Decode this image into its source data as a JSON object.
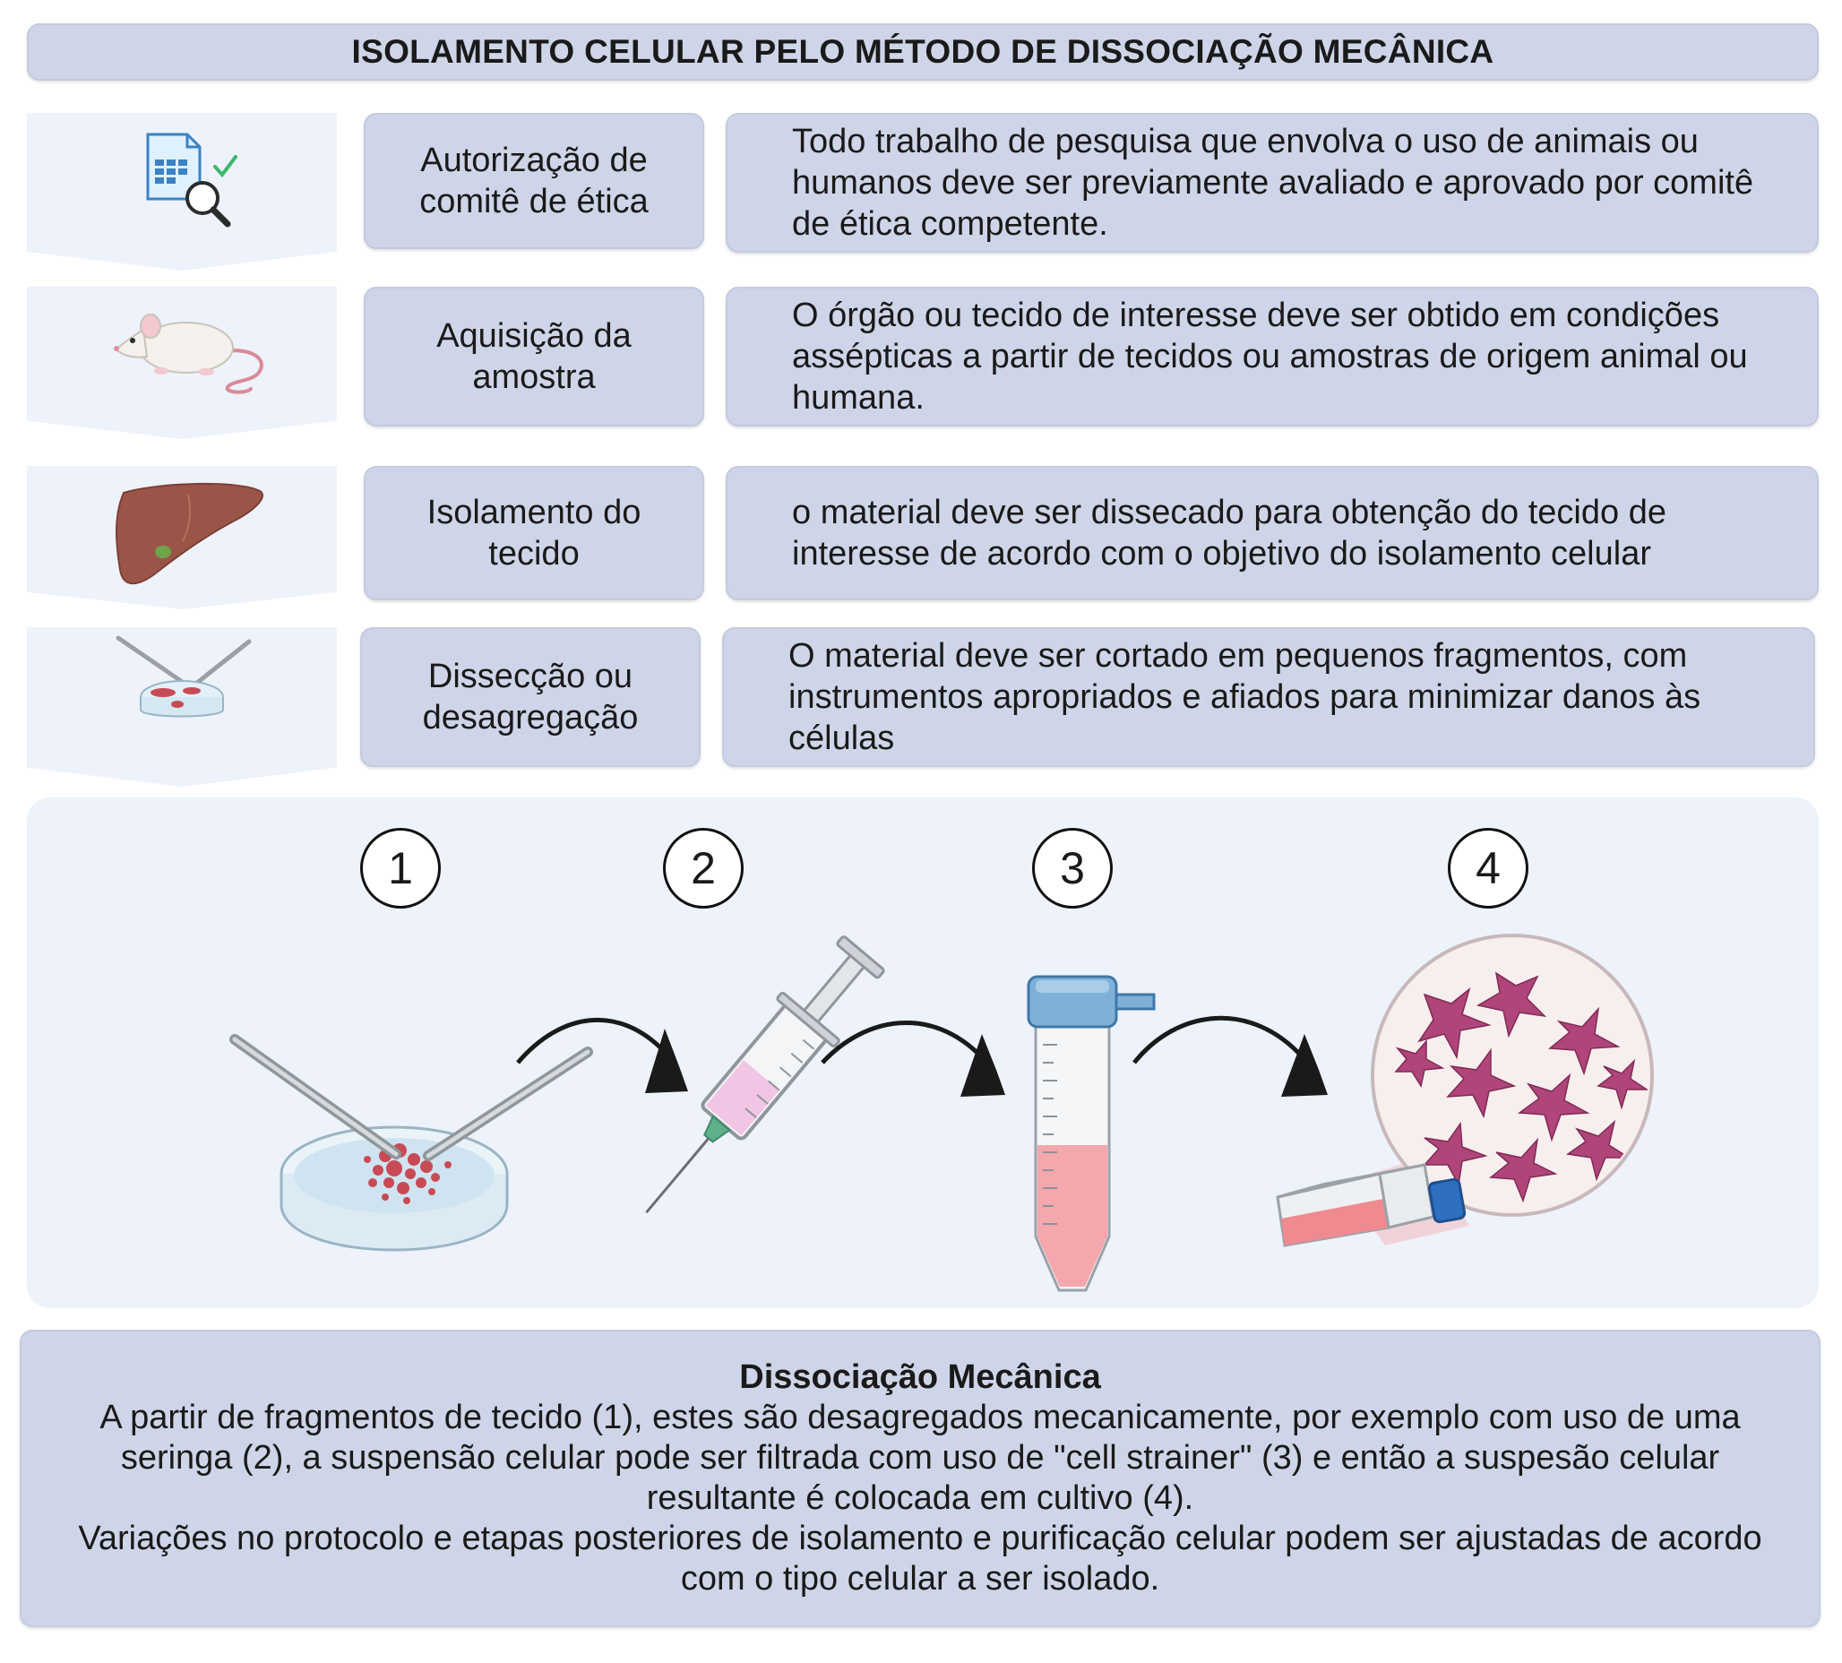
{
  "title": "ISOLAMENTO CELULAR PELO MÉTODO DE DISSOCIAÇÃO MECÂNICA",
  "steps": [
    {
      "label_line1": "Autorização de",
      "label_line2": "comitê de ética",
      "description": "Todo trabalho de pesquisa que envolva o uso de animais ou humanos deve ser previamente avaliado e aprovado por comitê de ética competente.",
      "icon": "ethics-document-icon"
    },
    {
      "label_line1": "Aquisição da",
      "label_line2": "amostra",
      "description": "O órgão ou tecido de interesse deve ser obtido em condições assépticas a partir de tecidos ou amostras de origem animal ou humana.",
      "icon": "mouse-icon"
    },
    {
      "label_line1": "Isolamento do",
      "label_line2": "tecido",
      "description": "o material deve ser dissecado para obtenção do tecido de interesse de acordo com o objetivo do isolamento celular",
      "icon": "liver-icon"
    },
    {
      "label_line1": "Dissecção ou",
      "label_line2": "desagregação",
      "description": "O material deve ser cortado em pequenos fragmentos, com instrumentos apropriados e afiados para minimizar danos às células",
      "icon": "petri-dish-icon"
    }
  ],
  "process_numbers": [
    "1",
    "2",
    "3",
    "4"
  ],
  "footer": {
    "title": "Dissociação Mecânica",
    "paragraph1": "A partir de fragmentos de tecido (1), estes são desagregados mecanicamente, por exemplo com uso de uma seringa (2), a suspensão celular pode ser filtrada com uso de \"cell strainer\" (3) e então a suspesão celular resultante é colocada em cultivo (4).",
    "paragraph2": "Variações no protocolo e etapas posteriores de isolamento e purificação celular podem ser ajustadas de acordo com o tipo celular a ser isolado."
  },
  "colors": {
    "box": "#cfd5e8",
    "panel": "#edf2fb",
    "tissue": "#c84a55",
    "liquid_pink": "#f4a7ad",
    "cap_blue": "#5a9ac8",
    "cells": "#a8386c"
  }
}
